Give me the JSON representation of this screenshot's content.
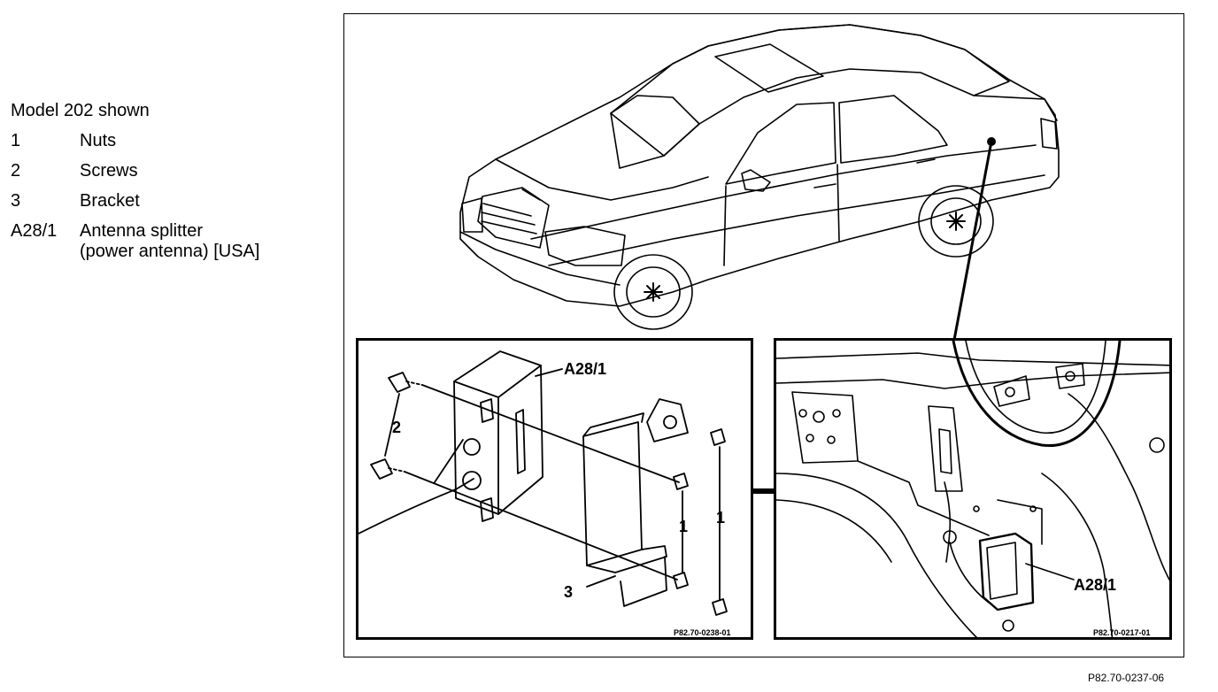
{
  "legend": {
    "title": "Model 202 shown",
    "items": [
      {
        "key": "1",
        "label": "Nuts"
      },
      {
        "key": "2",
        "label": "Screws"
      },
      {
        "key": "3",
        "label": "Bracket"
      },
      {
        "key": "A28/1",
        "label": "Antenna splitter",
        "label2": "(power antenna) [USA]"
      }
    ]
  },
  "left_inset": {
    "callout_component": "A28/1",
    "callout_screws": "2",
    "callout_nuts_a": "1",
    "callout_nuts_b": "1",
    "callout_bracket": "3",
    "ref_code": "P82.70-0238-01"
  },
  "right_inset": {
    "callout_component": "A28/1",
    "ref_code": "P82.70-0217-01"
  },
  "figure_code": "P82.70-0237-06"
}
